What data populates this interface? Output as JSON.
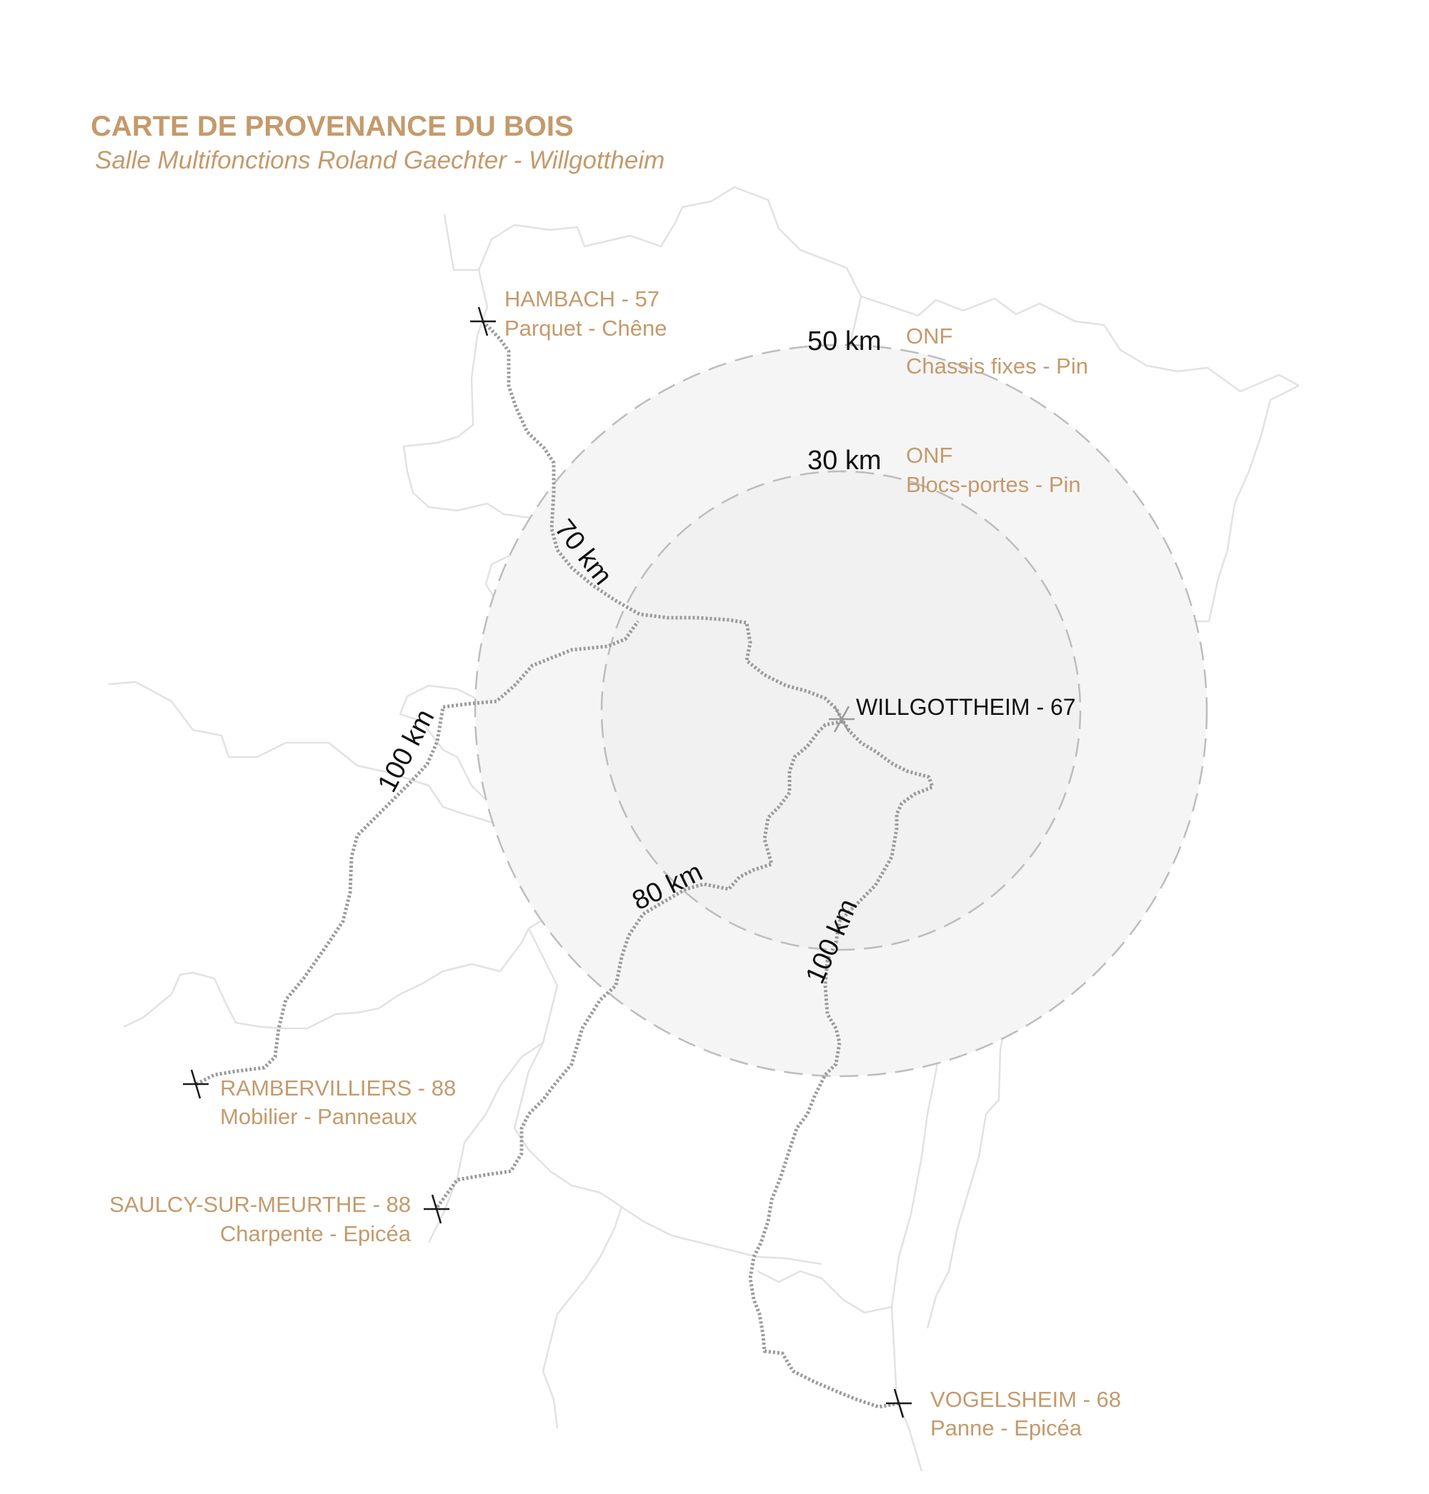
{
  "header": {
    "title": "CARTE DE PROVENANCE DU BOIS",
    "subtitle": "Salle Multifonctions Roland Gaechter - Willgottheim"
  },
  "center": {
    "name": "WILLGOTTHEIM - 67"
  },
  "rings": {
    "outer": {
      "label": "50 km",
      "supplier": "ONF",
      "product": "Chassis fixes - Pin"
    },
    "inner": {
      "label": "30 km",
      "supplier": "ONF",
      "product": "Blocs-portes - Pin"
    }
  },
  "origins": [
    {
      "name": "HAMBACH - 57",
      "product": "Parquet - Chêne",
      "distance": "70 km"
    },
    {
      "name": "RAMBERVILLIERS - 88",
      "product": "Mobilier - Panneaux",
      "distance": "100 km"
    },
    {
      "name": "SAULCY-SUR-MEURTHE - 88",
      "product": "Charpente - Epicéa",
      "distance": "80 km"
    },
    {
      "name": "VOGELSHEIM - 68",
      "product": "Panne - Epicéa",
      "distance": "100 km"
    }
  ],
  "colors": {
    "accent": "#c49a6c",
    "route": "#9a9a9a",
    "border": "#e2e2e2",
    "ring_fill": "#f4f4f4",
    "text": "#111111"
  }
}
